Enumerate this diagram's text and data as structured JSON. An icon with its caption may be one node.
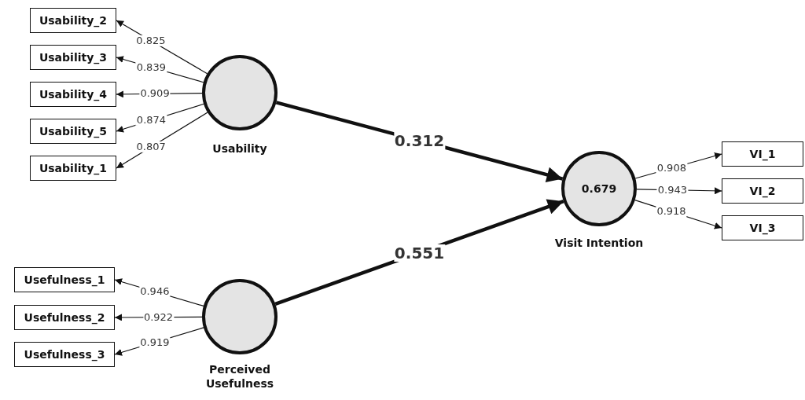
{
  "diagram": {
    "nodes": [
      {
        "text": [
          "Usability_2"
        ]
      },
      {
        "text": [
          "Usability_3"
        ]
      },
      {
        "text": [
          "Usability_4"
        ]
      },
      {
        "text": [
          "Usability_5"
        ]
      },
      {
        "text": [
          "Usability_1"
        ]
      },
      {
        "text": [
          "Usability"
        ]
      },
      {
        "text": [
          "0.679",
          "Visit Intention"
        ]
      },
      {
        "text": [
          "VI_1"
        ]
      },
      {
        "text": [
          "VI_2"
        ]
      },
      {
        "text": [
          "VI_3"
        ]
      },
      {
        "text": [
          "Usefulness_1"
        ]
      },
      {
        "text": [
          "Usefulness_2"
        ]
      },
      {
        "text": [
          "Usefulness_3"
        ]
      },
      {
        "text": [
          "Perceived Usefulness"
        ]
      }
    ],
    "edges": [
      {
        "from": 5,
        "to": 0,
        "arrow": "to",
        "label": "0.825"
      },
      {
        "from": 5,
        "to": 1,
        "arrow": "to",
        "label": "0.839"
      },
      {
        "from": 5,
        "to": 2,
        "arrow": "to",
        "label": "0.909"
      },
      {
        "from": 5,
        "to": 3,
        "arrow": "to",
        "label": "0.874"
      },
      {
        "from": 5,
        "to": 4,
        "arrow": "to",
        "label": "0.807"
      },
      {
        "from": 5,
        "to": 6,
        "arrow": "to",
        "label": "0.312",
        "style": "thick"
      },
      {
        "from": 13,
        "to": 6,
        "arrow": "to",
        "label": "0.551",
        "style": "thick"
      },
      {
        "from": 6,
        "to": 7,
        "arrow": "to",
        "label": "0.908"
      },
      {
        "from": 6,
        "to": 8,
        "arrow": "to",
        "label": "0.943"
      },
      {
        "from": 6,
        "to": 9,
        "arrow": "to",
        "label": "0.918"
      },
      {
        "from": 13,
        "to": 10,
        "arrow": "to",
        "label": "0.946"
      },
      {
        "from": 13,
        "to": 11,
        "arrow": "to",
        "label": "0.922"
      },
      {
        "from": 13,
        "to": 12,
        "arrow": "to",
        "label": "0.919"
      }
    ]
  }
}
